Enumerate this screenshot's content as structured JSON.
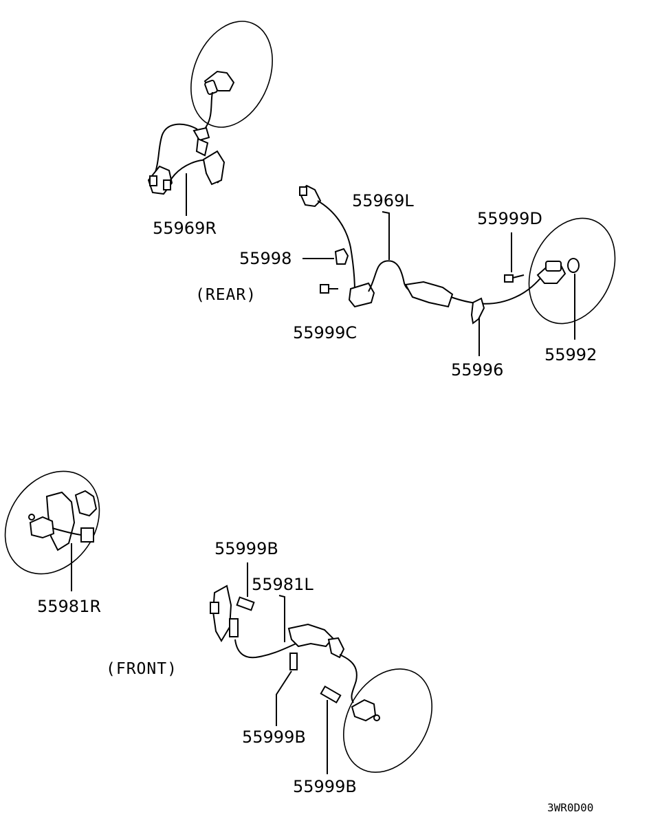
{
  "sections": {
    "rear": "(REAR)",
    "front": "(FRONT)"
  },
  "callouts": {
    "p55969R": "55969R",
    "p55969L": "55969L",
    "p55999D": "55999D",
    "p55998": "55998",
    "p55999C": "55999C",
    "p55996": "55996",
    "p55992": "55992",
    "p55981R": "55981R",
    "p55999B_top": "55999B",
    "p55981L": "55981L",
    "p55999B_mid": "55999B",
    "p55999B_bot": "55999B"
  },
  "diagram_code": "3WR0D00"
}
